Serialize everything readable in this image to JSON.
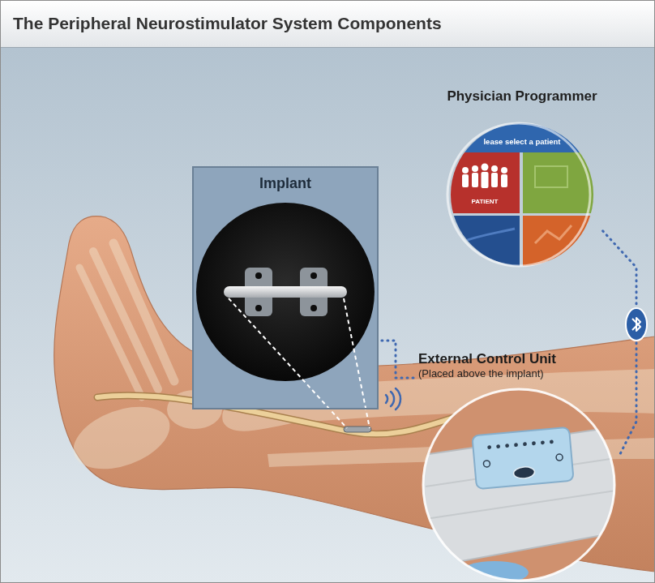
{
  "diagram": {
    "title": "The Peripheral Neurostimulator System Components",
    "nodes": [
      {
        "text": [
          "Physician Programmer"
        ]
      },
      {
        "text": [
          "Implant"
        ]
      },
      {
        "text": [
          "External Control Unit",
          "(Placed above the implant)"
        ]
      }
    ],
    "edges": [
      {
        "from": 0,
        "to": 2,
        "arrow": "none"
      },
      {
        "from": 2,
        "to": 1,
        "arrow": "none"
      }
    ],
    "labels": [
      "lease select a patient",
      "PATIENT"
    ]
  }
}
